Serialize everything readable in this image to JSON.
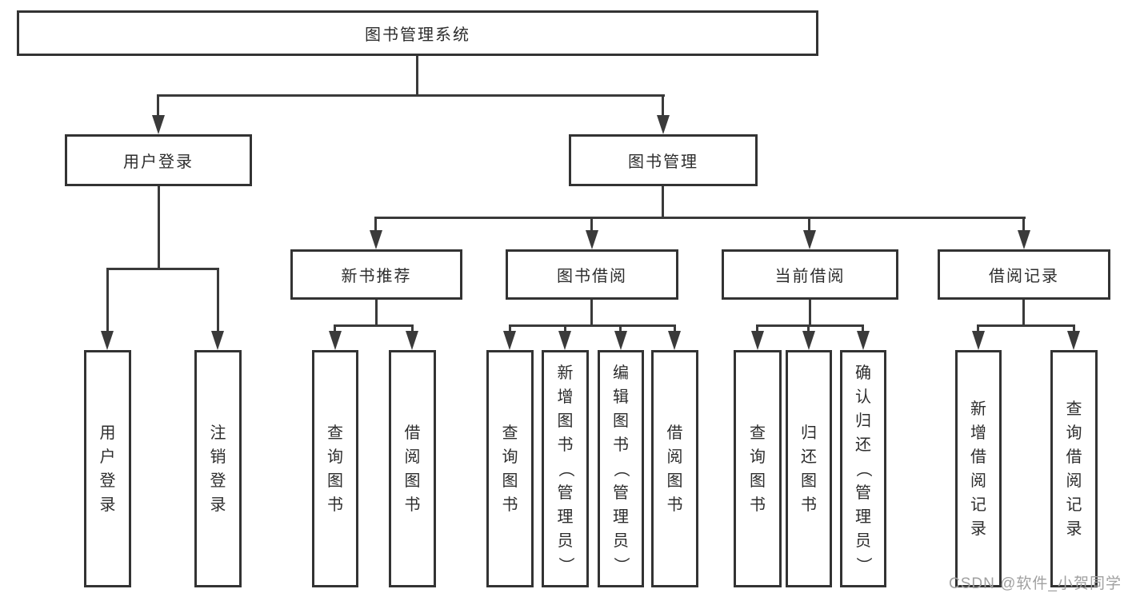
{
  "diagram_title": "图书管理系统",
  "tree": {
    "root": {
      "label": "图书管理系统",
      "children": [
        {
          "label": "用户登录",
          "children": [
            {
              "label": "用户登录"
            },
            {
              "label": "注销登录"
            }
          ]
        },
        {
          "label": "图书管理",
          "children": [
            {
              "label": "新书推荐",
              "children": [
                {
                  "label": "查询图书"
                },
                {
                  "label": "借阅图书"
                }
              ]
            },
            {
              "label": "图书借阅",
              "children": [
                {
                  "label": "查询图书"
                },
                {
                  "label": "新增图书（管理员）"
                },
                {
                  "label": "编辑图书（管理员）"
                },
                {
                  "label": "借阅图书"
                }
              ]
            },
            {
              "label": "当前借阅",
              "children": [
                {
                  "label": "查询图书"
                },
                {
                  "label": "归还图书"
                },
                {
                  "label": "确认归还（管理员）"
                }
              ]
            },
            {
              "label": "借阅记录",
              "children": [
                {
                  "label": "新增借阅记录"
                },
                {
                  "label": "查询借阅记录"
                }
              ]
            }
          ]
        }
      ]
    }
  },
  "watermark": {
    "text": "CSDN @软件_小贺同学"
  },
  "colors": {
    "line": "#3a3a3a",
    "box_border": "#333333",
    "text": "#2d2d2d",
    "watermark": "#a0a0a0",
    "background": "#ffffff"
  }
}
